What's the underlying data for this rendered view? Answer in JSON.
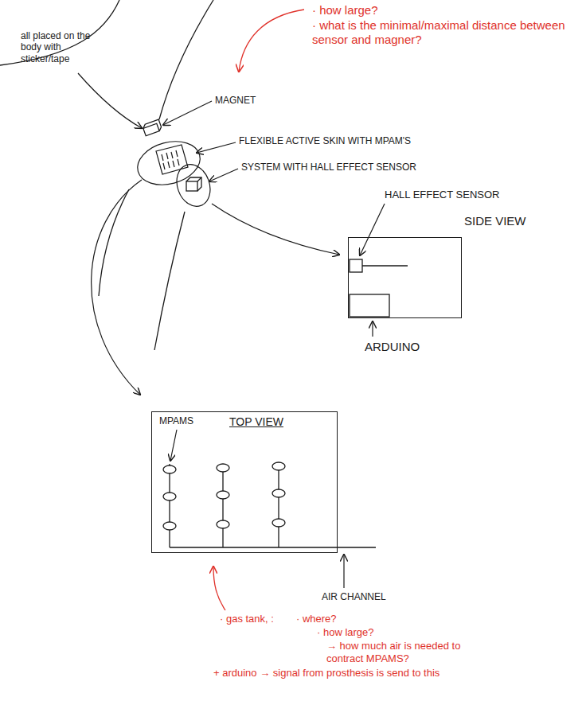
{
  "diagram": {
    "nodes": [
      {
        "text": [
          "SIDE VIEW"
        ]
      },
      {
        "text": [
          "TOP VIEW"
        ]
      }
    ],
    "labels": [
      "all placed on the body with sticker/tape",
      "MAGNET",
      "FLEXIBLE ACTIVE SKIN WITH MPAM'S",
      "SYSTEM WITH HALL EFFECT SENSOR",
      "· how large?",
      "· what is the minimal/maximal distance between sensor and magner?",
      "HALL EFFECT SENSOR",
      "ARDUINO",
      "MPAMS",
      "AIR CHANNEL",
      "· gas tank, :",
      "· where?",
      "· how large?",
      "→ how much air is needed to contract MPAMS?",
      "+ arduino → signal from prosthesis is send to this"
    ]
  }
}
